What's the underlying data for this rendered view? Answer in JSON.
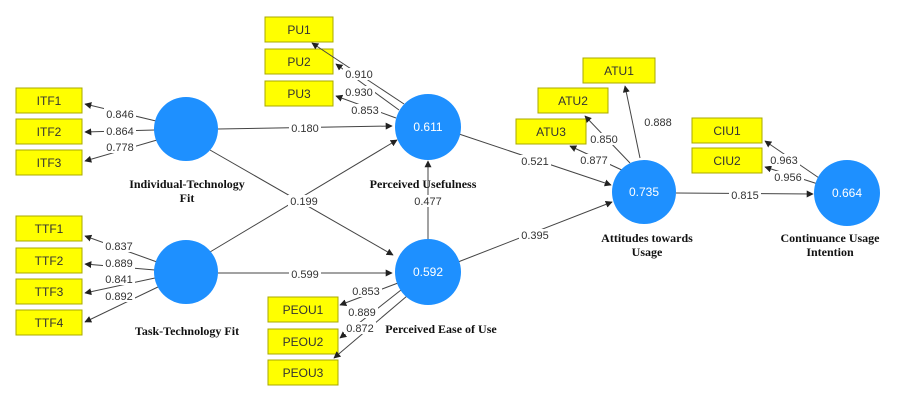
{
  "colors": {
    "indicator_fill": "#ffff00",
    "latent_fill": "#1e90ff",
    "edge": "#444444"
  },
  "latents": {
    "itf": {
      "value": "",
      "name_lines": [
        "Individual-Technology",
        "Fit"
      ]
    },
    "ttf": {
      "value": "",
      "name_lines": [
        "Task-Technology Fit"
      ]
    },
    "pu": {
      "value": "0.611",
      "name_lines": [
        "Perceived Usefulness"
      ]
    },
    "peou": {
      "value": "0.592",
      "name_lines": [
        "Perceived Ease of Use"
      ]
    },
    "atu": {
      "value": "0.735",
      "name_lines": [
        "Attitudes towards",
        "Usage"
      ]
    },
    "ciu": {
      "value": "0.664",
      "name_lines": [
        "Continuance Usage",
        "Intention"
      ]
    }
  },
  "indicators": {
    "itf": [
      {
        "label": "ITF1",
        "loading": "0.846"
      },
      {
        "label": "ITF2",
        "loading": "0.864"
      },
      {
        "label": "ITF3",
        "loading": "0.778"
      }
    ],
    "ttf": [
      {
        "label": "TTF1",
        "loading": "0.837"
      },
      {
        "label": "TTF2",
        "loading": "0.889"
      },
      {
        "label": "TTF3",
        "loading": "0.841"
      },
      {
        "label": "TTF4",
        "loading": "0.892"
      }
    ],
    "pu": [
      {
        "label": "PU1",
        "loading": "0.910"
      },
      {
        "label": "PU2",
        "loading": "0.930"
      },
      {
        "label": "PU3",
        "loading": "0.853"
      }
    ],
    "peou": [
      {
        "label": "PEOU1",
        "loading": "0.853"
      },
      {
        "label": "PEOU2",
        "loading": "0.889"
      },
      {
        "label": "PEOU3",
        "loading": "0.872"
      }
    ],
    "atu": [
      {
        "label": "ATU1",
        "loading": "0.888"
      },
      {
        "label": "ATU2",
        "loading": "0.850"
      },
      {
        "label": "ATU3",
        "loading": "0.877"
      }
    ],
    "ciu": [
      {
        "label": "CIU1",
        "loading": "0.963"
      },
      {
        "label": "CIU2",
        "loading": "0.956"
      }
    ]
  },
  "paths": {
    "itf_pu": "0.180",
    "ttf_pu": "0.199",
    "ttf_peou": "0.599",
    "peou_pu": "0.477",
    "pu_atu": "0.521",
    "peou_atu": "0.395",
    "atu_ciu": "0.815"
  }
}
